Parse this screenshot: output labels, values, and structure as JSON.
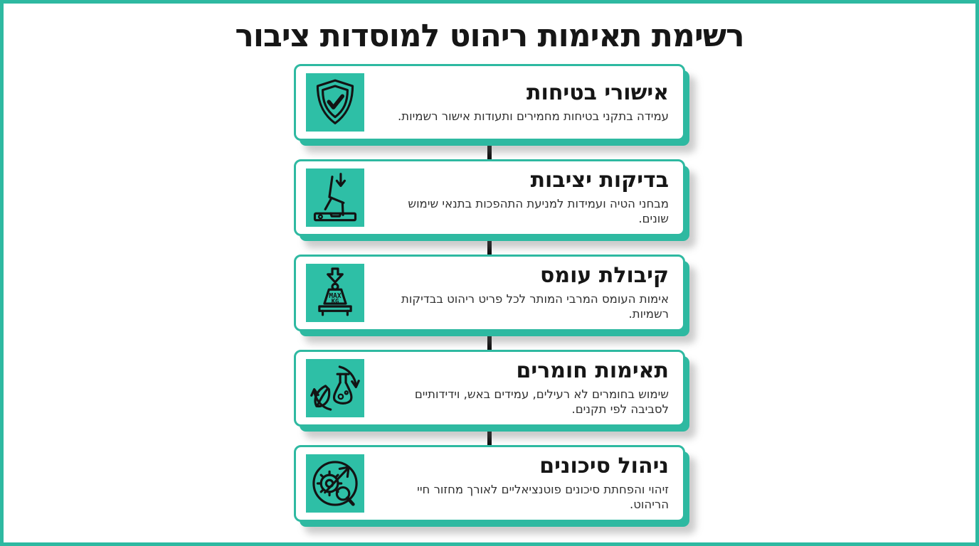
{
  "page": {
    "title": "רשימת תאימות ריהוט למוסדות ציבור"
  },
  "colors": {
    "frame_teal": "#2eb9a1",
    "icon_tile_teal": "#2ebfa6",
    "card_border_teal": "#2eb9a1",
    "connector_black": "#111111",
    "title_text": "#161616",
    "description_text": "#303030"
  },
  "icon_labels": {
    "max": "MAX",
    "kg": "KG"
  },
  "cards": [
    {
      "icon": "shield-check-icon",
      "title": "אישורי בטיחות",
      "description": "עמידה בתקני בטיחות מחמירים ותעודות אישור רשמיות."
    },
    {
      "icon": "chair-stability-icon",
      "title": "בדיקות יציבות",
      "description": "מבחני הטיה ועמידות למניעת התהפכות בתנאי שימוש שונים."
    },
    {
      "icon": "max-weight-icon",
      "title": "קיבולת עומס",
      "description": "אימות העומס המרבי המותר לכל פריט ריהוט בבדיקות רשמיות."
    },
    {
      "icon": "eco-materials-icon",
      "title": "תאימות חומרים",
      "description": "שימוש בחומרים לא רעילים, עמידים באש, וידידותיים לסביבה לפי תקנים."
    },
    {
      "icon": "risk-analysis-icon",
      "title": "ניהול סיכונים",
      "description": "זיהוי והפחתת סיכונים פוטנציאליים לאורך מחזור חיי הריהוט."
    }
  ]
}
